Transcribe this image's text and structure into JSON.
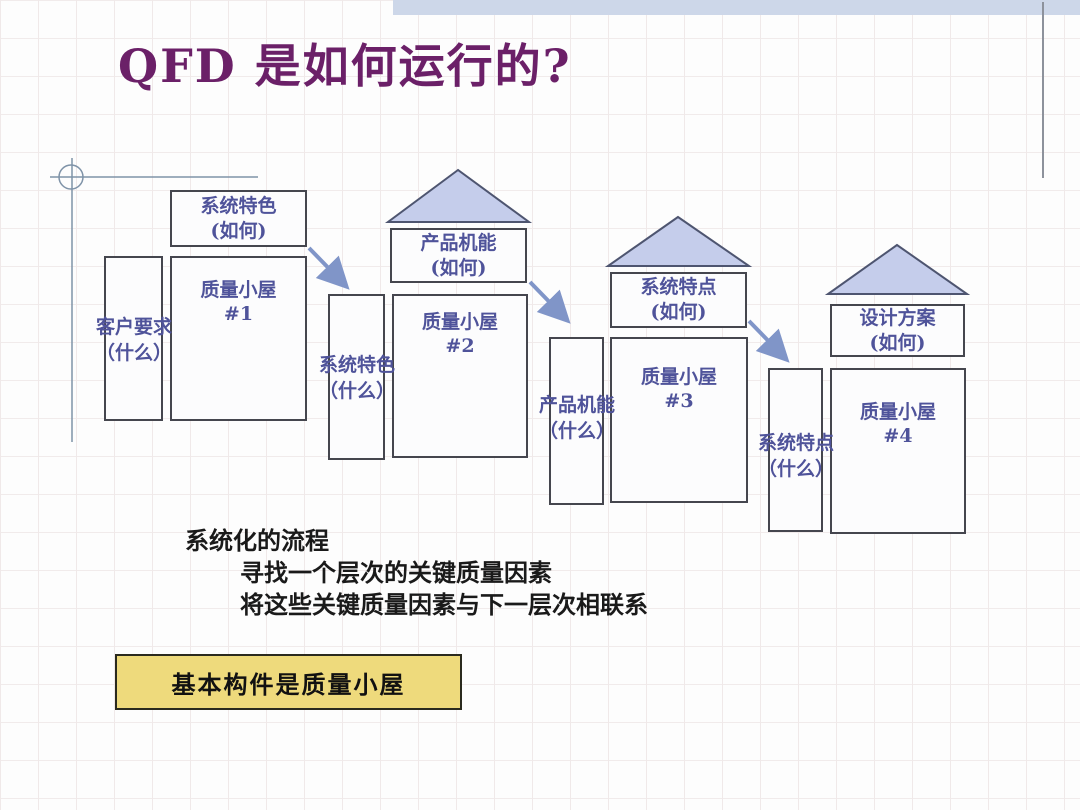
{
  "title": "QFD 是如何运行的?",
  "houses": [
    {
      "top1": "系统特色",
      "top2": "(如何)",
      "left1": "客户要求",
      "left2": "（什么）",
      "main1": "质量小屋",
      "main2": "#1"
    },
    {
      "top1": "产品机能",
      "top2": "(如何)",
      "left1": "系统特色",
      "left2": "（什么）",
      "main1": "质量小屋",
      "main2": "#2"
    },
    {
      "top1": "系统特点",
      "top2": "(如何)",
      "left1": "产品机能",
      "left2": "（什么）",
      "main1": "质量小屋",
      "main2": "#3"
    },
    {
      "top1": "设计方案",
      "top2": "(如何)",
      "left1": "系统特点",
      "left2": "（什么）",
      "main1": "质量小屋",
      "main2": "#4"
    }
  ],
  "notes": {
    "heading": "系统化的流程",
    "line2": "寻找一个层次的关键质量因素",
    "line3": "将这些关键质量因素与下一层次相联系"
  },
  "callout": {
    "text": "基本构件是质量小屋"
  },
  "colors": {
    "title": "#6b2068",
    "label": "#4f539a",
    "box_border": "#45464e",
    "roof_fill": "#c5cdeb",
    "roof_border": "#4e5570",
    "arrow": "#8095c8",
    "callout_bg": "#eeda7c",
    "top_bar": "#cdd7e9",
    "note": "#1a1a1a",
    "ornament": "#7f93a8"
  }
}
